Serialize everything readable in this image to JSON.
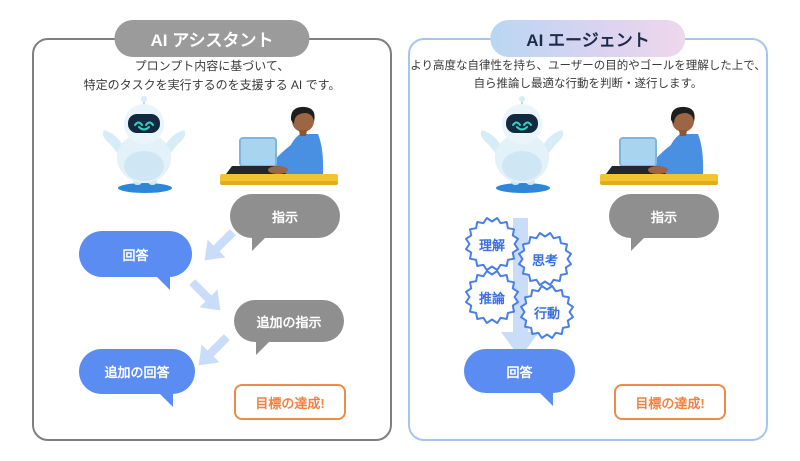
{
  "panels": {
    "assistant": {
      "title": "AI アシスタント",
      "description_line1": "プロンプト内容に基づいて、",
      "description_line2": "特定のタスクを実行するのを支援する AI です。",
      "bubbles": {
        "instruction": "指示",
        "answer": "回答",
        "additional_instruction": "追加の指示",
        "additional_answer": "追加の回答"
      },
      "goal": "目標の達成!"
    },
    "agent": {
      "title": "AI エージェント",
      "description_line1": "より高度な自律性を持ち、ユーザーの目的やゴールを理解した上で、",
      "description_line2": "自ら推論し最適な行動を判断・遂行します。",
      "bubbles": {
        "instruction": "指示",
        "answer": "回答"
      },
      "badges": [
        "理解",
        "思考",
        "推論",
        "行動"
      ],
      "goal": "目標の達成!"
    }
  },
  "colors": {
    "bubble_gray": "#8f8f8f",
    "bubble_blue": "#5a8cf2",
    "arrow_light_blue": "#c9dcf8",
    "goal_orange": "#f08243",
    "badge_blue": "#4a7fe8",
    "assistant_border": "#7f7f7f",
    "agent_border": "#a5c6ec",
    "assistant_pill": "#9b9b9b",
    "agent_pill_gradient_start": "#b9d6f2",
    "agent_pill_gradient_end": "#eed7ec"
  }
}
